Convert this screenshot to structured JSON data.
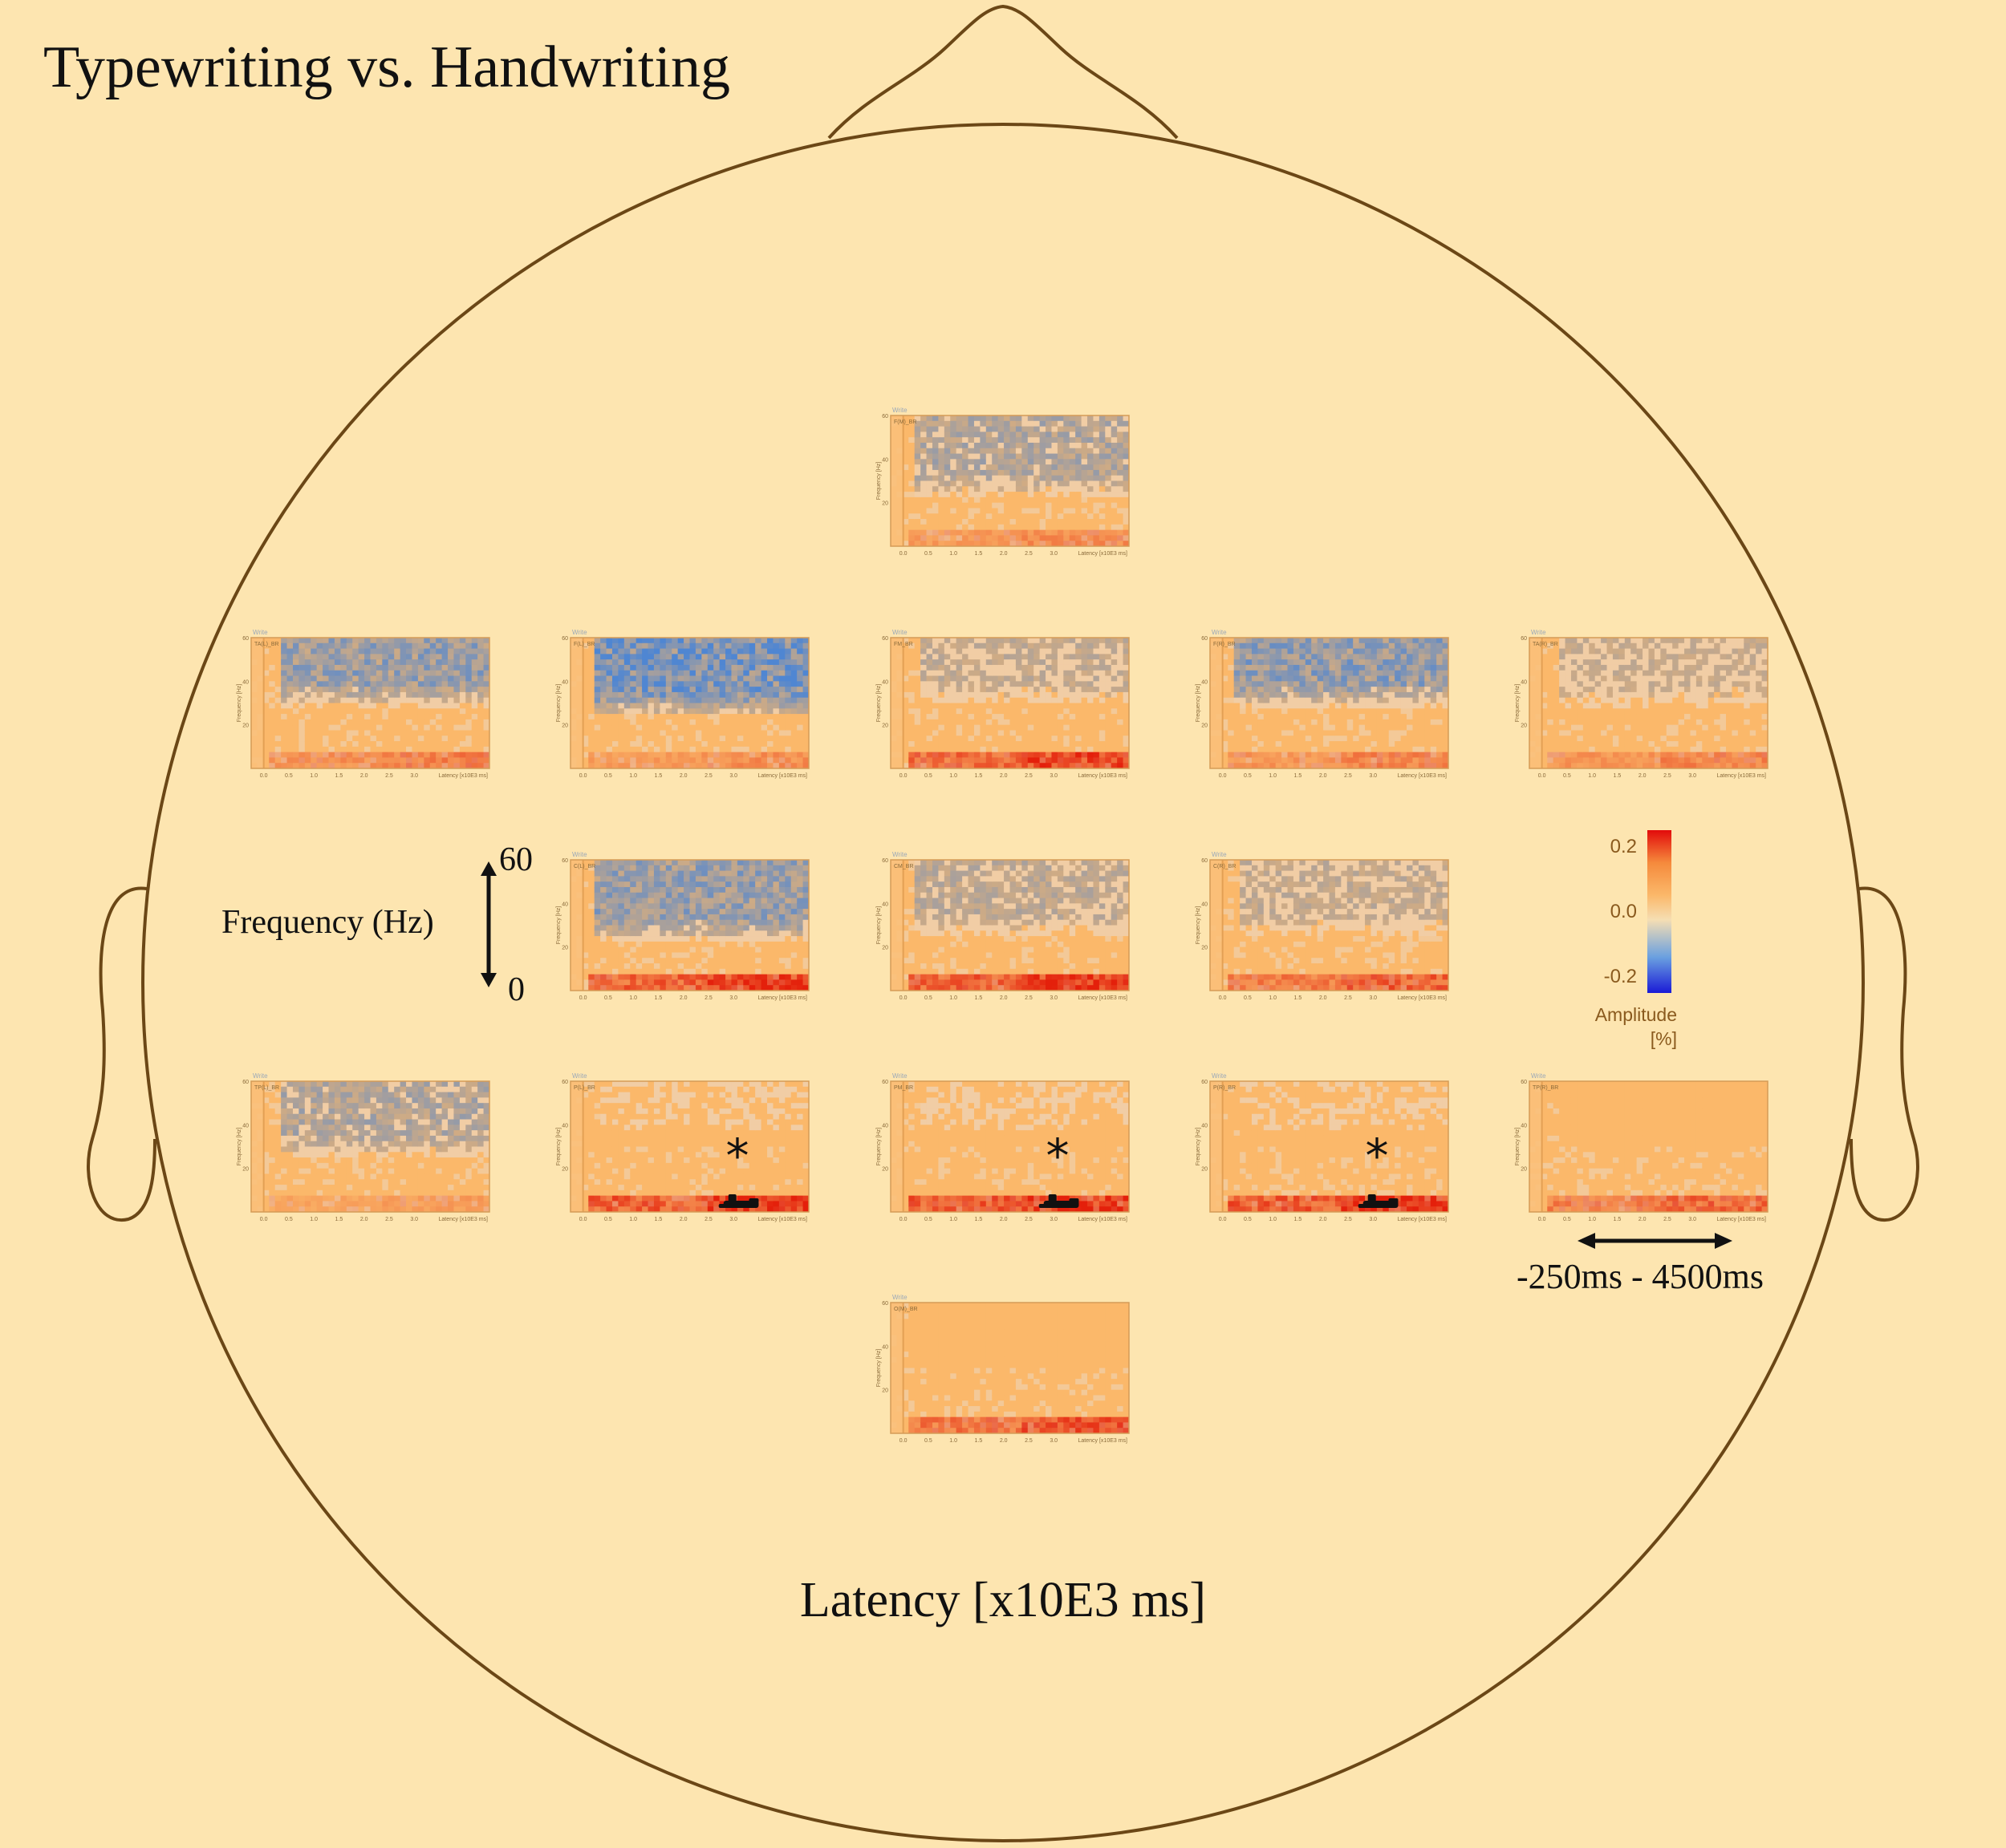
{
  "figure_title": "Typewriting vs. Handwriting",
  "x_axis_title": "Latency [x10E3 ms]",
  "frequency_label": "Frequency (Hz)",
  "frequency_max": "60",
  "frequency_min": "0",
  "time_range_label": "-250ms - 4500ms",
  "colorbar": {
    "title_line1": "Amplitude",
    "title_line2": "[%]",
    "ticks": [
      "0.2",
      "0.0",
      "-0.2"
    ],
    "range": [
      -0.25,
      0.25
    ]
  },
  "colors": {
    "background": "#fde5b0",
    "head_outline": "#6b4716",
    "positive": "#e4200b",
    "neutral": "#fbb86a",
    "negative": "#4f86d2"
  },
  "panel_text": {
    "condition": "Write",
    "ylabel": "Frequency [Hz]",
    "xlabel": "Latency [x10E3 ms]",
    "yticks": [
      "60",
      "40",
      "20"
    ],
    "xticks": [
      "0.0",
      "0.5",
      "1.0",
      "1.5",
      "2.0",
      "2.5",
      "3.0"
    ]
  },
  "significance_marker": "*",
  "chart_data": {
    "type": "heatmap",
    "title": "Typewriting vs. Handwriting",
    "xlabel": "Latency [x10E3 ms]",
    "ylabel": "Frequency [Hz]",
    "xlim": [
      -0.25,
      4.5
    ],
    "ylim": [
      0,
      60
    ],
    "colorbar_range": [
      -0.25,
      0.25
    ],
    "panels": [
      {
        "label": "F(M)_BR",
        "row": 0,
        "col": 2,
        "blue_strength": 0.55,
        "blue_start": 0.2,
        "blue_fmin": 22,
        "red_strength": 0.3,
        "significant": false
      },
      {
        "label": "TA(L)_BR",
        "row": 1,
        "col": 0,
        "blue_strength": 0.75,
        "blue_start": 0.3,
        "blue_fmin": 28,
        "red_strength": 0.4,
        "significant": false
      },
      {
        "label": "F(L)_BR",
        "row": 1,
        "col": 1,
        "blue_strength": 1.0,
        "blue_start": 0.25,
        "blue_fmin": 24,
        "red_strength": 0.3,
        "significant": false
      },
      {
        "label": "FM_BR",
        "row": 1,
        "col": 2,
        "blue_strength": 0.4,
        "blue_start": 0.35,
        "blue_fmin": 28,
        "red_strength": 0.75,
        "significant": false
      },
      {
        "label": "F(R)_BR",
        "row": 1,
        "col": 3,
        "blue_strength": 0.8,
        "blue_start": 0.2,
        "blue_fmin": 28,
        "red_strength": 0.35,
        "significant": false
      },
      {
        "label": "TA(R)_BR",
        "row": 1,
        "col": 4,
        "blue_strength": 0.35,
        "blue_start": 0.3,
        "blue_fmin": 26,
        "red_strength": 0.35,
        "significant": false
      },
      {
        "label": "C(L)_BR",
        "row": 2,
        "col": 1,
        "blue_strength": 0.75,
        "blue_start": 0.2,
        "blue_fmin": 22,
        "red_strength": 0.85,
        "significant": false
      },
      {
        "label": "CM_BR",
        "row": 2,
        "col": 2,
        "blue_strength": 0.45,
        "blue_start": 0.25,
        "blue_fmin": 24,
        "red_strength": 0.85,
        "significant": false
      },
      {
        "label": "C(R)_BR",
        "row": 2,
        "col": 3,
        "blue_strength": 0.4,
        "blue_start": 0.3,
        "blue_fmin": 24,
        "red_strength": 0.6,
        "significant": false
      },
      {
        "label": "TP(L)_BR",
        "row": 3,
        "col": 0,
        "blue_strength": 0.55,
        "blue_start": 0.3,
        "blue_fmin": 24,
        "red_strength": 0.2,
        "significant": false
      },
      {
        "label": "P(L)_BR",
        "row": 3,
        "col": 1,
        "blue_strength": 0.15,
        "blue_start": 0.3,
        "blue_fmin": 30,
        "red_strength": 0.9,
        "significant": true
      },
      {
        "label": "PM_BR",
        "row": 3,
        "col": 2,
        "blue_strength": 0.15,
        "blue_start": 0.3,
        "blue_fmin": 30,
        "red_strength": 0.9,
        "significant": true
      },
      {
        "label": "P(R)_BR",
        "row": 3,
        "col": 3,
        "blue_strength": 0.15,
        "blue_start": 0.3,
        "blue_fmin": 30,
        "red_strength": 0.9,
        "significant": true
      },
      {
        "label": "TP(R)_BR",
        "row": 3,
        "col": 4,
        "blue_strength": 0.1,
        "blue_start": 0.3,
        "blue_fmin": 30,
        "red_strength": 0.55,
        "significant": false
      },
      {
        "label": "O(M)_BR",
        "row": 4,
        "col": 2,
        "blue_strength": 0.05,
        "blue_start": 0.3,
        "blue_fmin": 30,
        "red_strength": 0.65,
        "significant": false
      }
    ]
  }
}
